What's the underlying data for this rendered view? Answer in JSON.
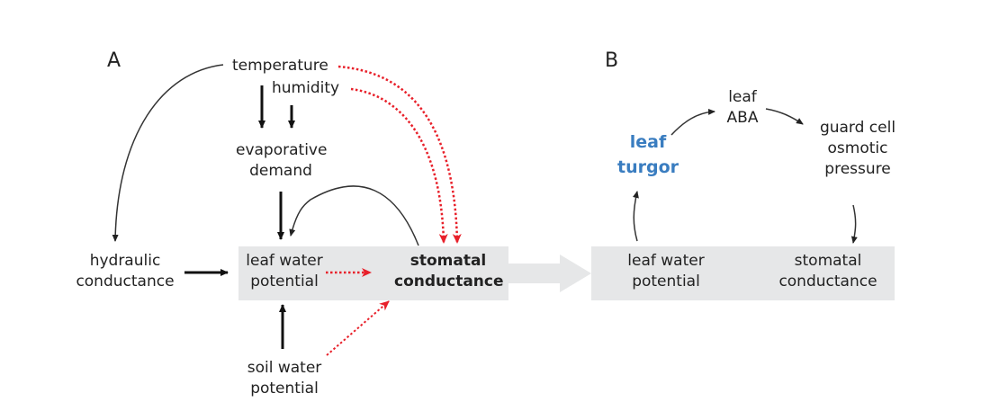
{
  "panels": {
    "a": {
      "letter": "A",
      "nodes": {
        "temperature": "temperature",
        "humidity": "humidity",
        "evaporative_demand": [
          "evaporative",
          "demand"
        ],
        "hydraulic_conductance": [
          "hydraulic",
          "conductance"
        ],
        "leaf_water_potential": [
          "leaf water",
          "potential"
        ],
        "stomatal_conductance": [
          "stomatal",
          "conductance"
        ],
        "soil_water_potential": [
          "soil water",
          "potential"
        ]
      }
    },
    "b": {
      "letter": "B",
      "nodes": {
        "leaf_aba": [
          "leaf",
          "ABA"
        ],
        "leaf_turgor": [
          "leaf",
          "turgor"
        ],
        "guard_cell_osmotic_pressure": [
          "guard cell",
          "osmotic",
          "pressure"
        ],
        "leaf_water_potential": [
          "leaf water",
          "potential"
        ],
        "stomatal_conductance": [
          "stomatal",
          "conductance"
        ]
      }
    }
  },
  "colors": {
    "red_dotted": "#e8202a",
    "turgor_blue": "#3a7dc0",
    "box_gray": "#e6e7e8",
    "arrow_black": "#111111"
  }
}
